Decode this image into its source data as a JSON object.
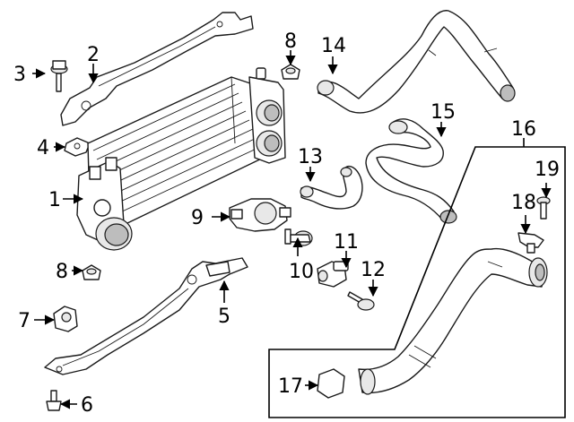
{
  "callouts": [
    {
      "id": "c1",
      "text": "1"
    },
    {
      "id": "c2",
      "text": "2"
    },
    {
      "id": "c3",
      "text": "3"
    },
    {
      "id": "c4",
      "text": "4"
    },
    {
      "id": "c5",
      "text": "5"
    },
    {
      "id": "c6",
      "text": "6"
    },
    {
      "id": "c7",
      "text": "7"
    },
    {
      "id": "c8a",
      "text": "8"
    },
    {
      "id": "c8b",
      "text": "8"
    },
    {
      "id": "c9",
      "text": "9"
    },
    {
      "id": "c10",
      "text": "10"
    },
    {
      "id": "c11",
      "text": "11"
    },
    {
      "id": "c12",
      "text": "12"
    },
    {
      "id": "c13",
      "text": "13"
    },
    {
      "id": "c14",
      "text": "14"
    },
    {
      "id": "c15",
      "text": "15"
    },
    {
      "id": "c16",
      "text": "16"
    },
    {
      "id": "c17",
      "text": "17"
    },
    {
      "id": "c18",
      "text": "18"
    },
    {
      "id": "c19",
      "text": "19"
    }
  ]
}
